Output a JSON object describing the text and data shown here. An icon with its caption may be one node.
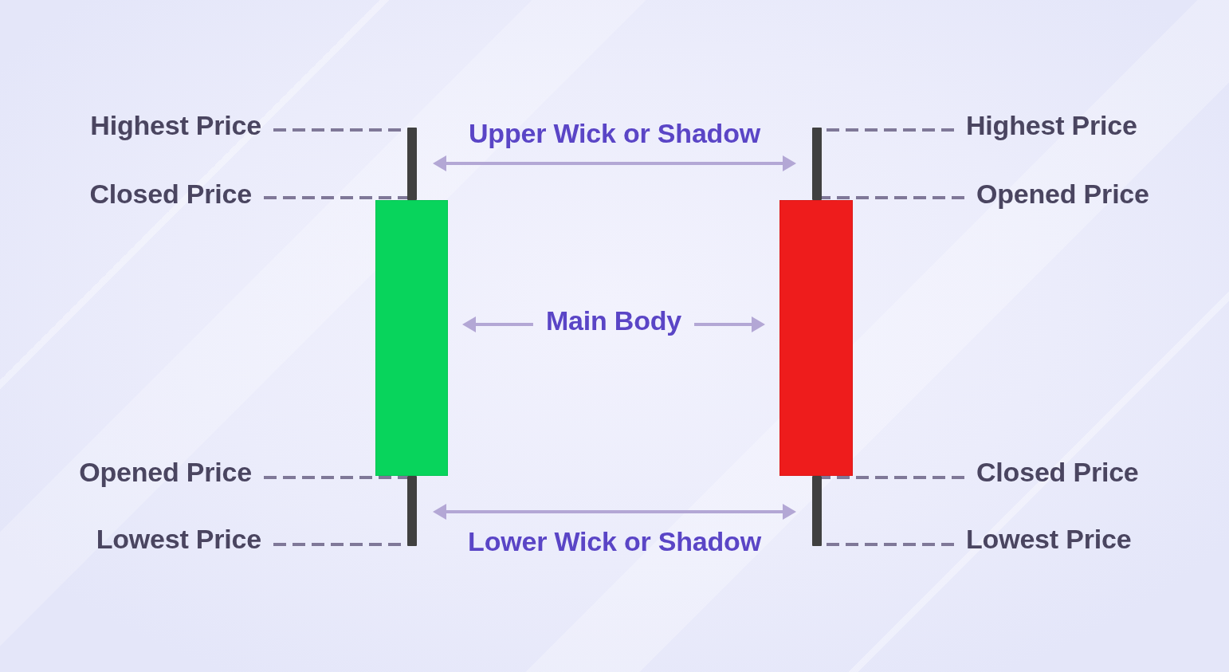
{
  "diagram": {
    "nodes": [
      {
        "text": [
          "Highest Price"
        ]
      },
      {
        "text": [
          "Highest Price"
        ]
      },
      {
        "text": [
          "Closed Price"
        ]
      },
      {
        "text": [
          "Opened Price"
        ]
      },
      {
        "text": [
          "Main Body"
        ]
      },
      {
        "text": [
          "Opened Price"
        ]
      },
      {
        "text": [
          "Closed Price"
        ]
      },
      {
        "text": [
          "Lowest Price"
        ]
      },
      {
        "text": [
          "Lowest Price"
        ]
      },
      {
        "text": [],
        "shape": "bar"
      },
      {
        "text": [],
        "shape": "box"
      },
      {
        "text": [],
        "shape": "bar"
      },
      {
        "text": [],
        "shape": "bar"
      },
      {
        "text": [],
        "shape": "box"
      },
      {
        "text": [],
        "shape": "bar"
      }
    ],
    "edges": [
      {
        "from": 0,
        "to": 9,
        "arrow": "none",
        "style": "dashed"
      },
      {
        "from": 1,
        "to": 12,
        "arrow": "none",
        "style": "dashed"
      },
      {
        "from": 2,
        "to": 9,
        "arrow": "none",
        "style": "dashed"
      },
      {
        "from": 3,
        "to": 12,
        "arrow": "none",
        "style": "dashed"
      },
      {
        "from": 5,
        "to": 11,
        "arrow": "none",
        "style": "dashed"
      },
      {
        "from": 6,
        "to": 14,
        "arrow": "none",
        "style": "dashed"
      },
      {
        "from": 7,
        "to": 11,
        "arrow": "none",
        "style": "dashed"
      },
      {
        "from": 8,
        "to": 14,
        "arrow": "none",
        "style": "dashed"
      },
      {
        "from": 9,
        "to": 12,
        "arrow": "both",
        "label": "Upper Wick or Shadow",
        "color": "#b3a7d5"
      },
      {
        "from": 4,
        "to": 10,
        "arrow": "to",
        "color": "#b3a7d5"
      },
      {
        "from": 4,
        "to": 13,
        "arrow": "to",
        "color": "#b3a7d5"
      },
      {
        "from": 11,
        "to": 14,
        "arrow": "both",
        "label": "Lower Wick or Shadow",
        "color": "#b3a7d5"
      }
    ]
  }
}
